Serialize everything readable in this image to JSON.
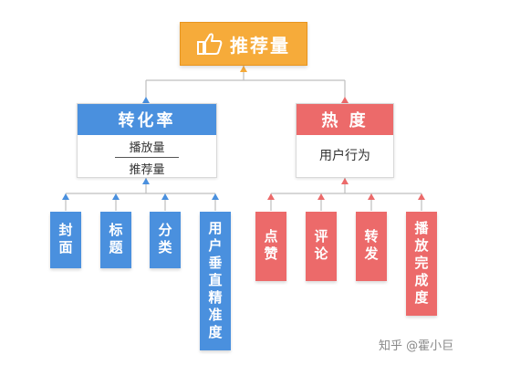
{
  "root": {
    "label": "推荐量",
    "icon": "thumbs-up-icon"
  },
  "left_group": {
    "title": "转化率",
    "numerator": "播放量",
    "denominator": "推荐量",
    "children": [
      "封面",
      "标题",
      "分类",
      "用户垂直精准度"
    ]
  },
  "right_group": {
    "title": "热 度",
    "subtitle": "用户行为",
    "children": [
      "点赞",
      "评论",
      "转发",
      "播放完成度"
    ]
  },
  "watermark": "知乎 @霍小巨",
  "colors": {
    "root": "#f6ab3a",
    "blue": "#4a90de",
    "red": "#ec6a6a"
  }
}
